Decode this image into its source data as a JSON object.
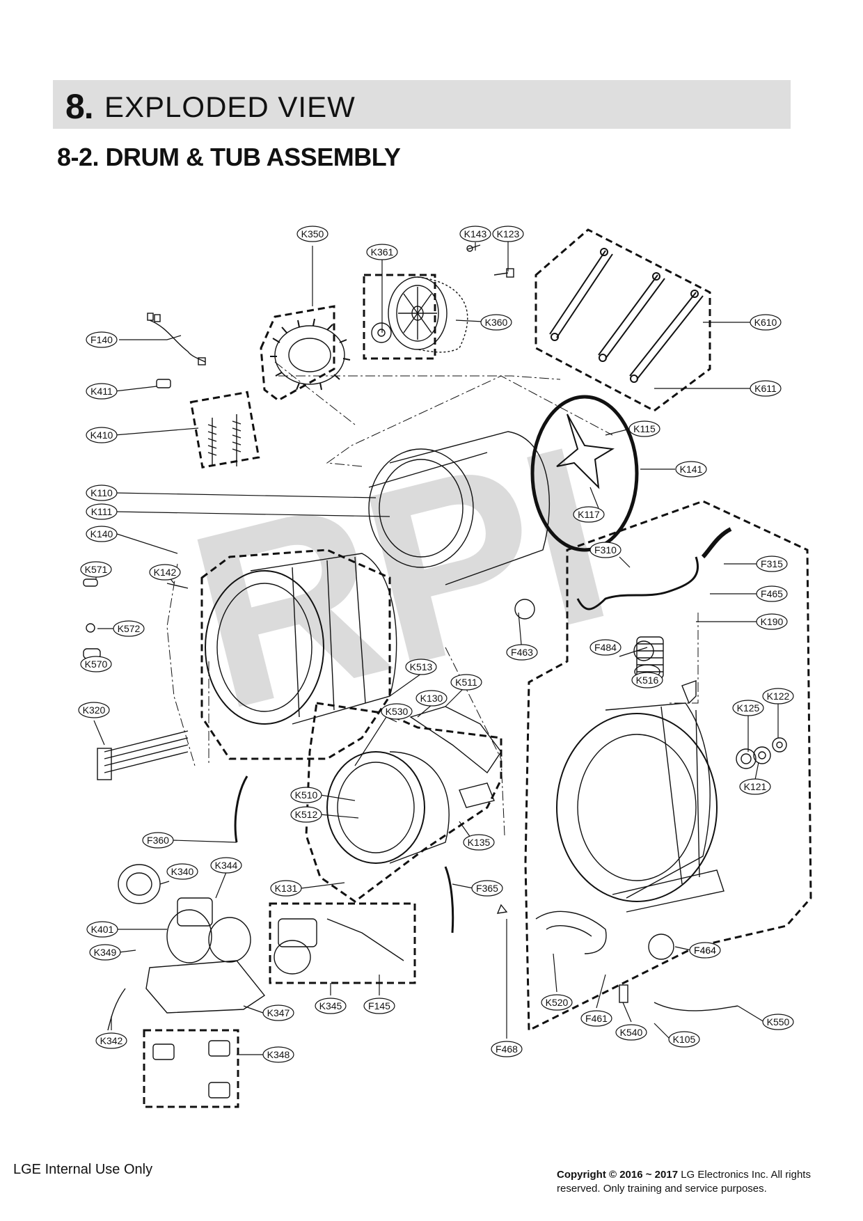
{
  "header": {
    "section_number": "8.",
    "section_title": "EXPLODED VIEW"
  },
  "subtitle": "8-2. DRUM & TUB ASSEMBLY",
  "watermark": "RPI",
  "footer": {
    "left": "LGE Internal Use Only",
    "copyright_bold": "Copyright © 2016 ~ 2017",
    "copyright_rest": "LG Electronics Inc. All rights reserved. Only training and service purposes."
  },
  "parts": [
    "K350",
    "K143",
    "K123",
    "K361",
    "K360",
    "K610",
    "K611",
    "F140",
    "K411",
    "K410",
    "K115",
    "K141",
    "K110",
    "K111",
    "K117",
    "K140",
    "K571",
    "K142",
    "K572",
    "K570",
    "F310",
    "F315",
    "F465",
    "K190",
    "F463",
    "F464",
    "K516",
    "K513",
    "K511",
    "K130",
    "K530",
    "K320",
    "K122",
    "K125",
    "K121",
    "K510",
    "K512",
    "F360",
    "K135",
    "K340",
    "K344",
    "K131",
    "F365",
    "K401",
    "K349",
    "K347",
    "K345",
    "F145",
    "F468",
    "F484",
    "K520",
    "F461",
    "K540",
    "K105",
    "K550",
    "K342",
    "K348"
  ]
}
